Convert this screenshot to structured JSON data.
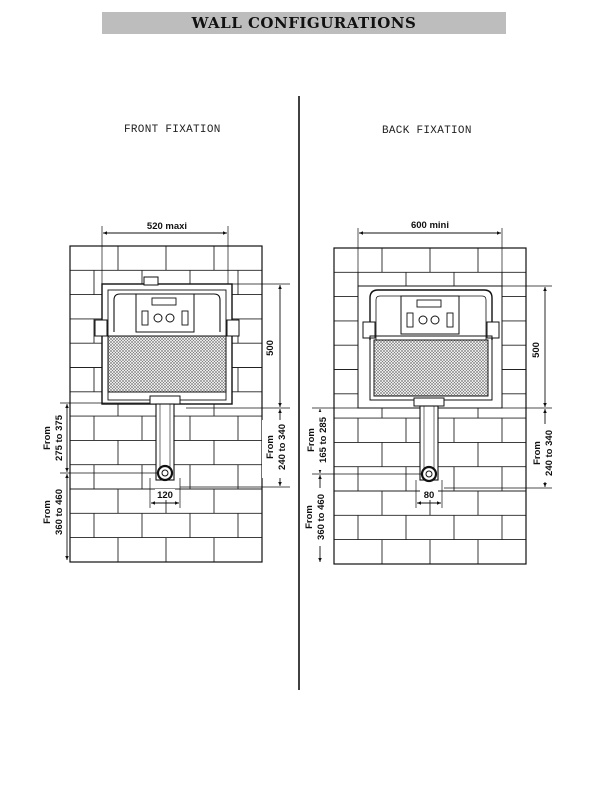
{
  "header": {
    "title": "WALL CONFIGURATIONS"
  },
  "front": {
    "title": "FRONT FIXATION",
    "width_label": "520 maxi",
    "height_label": "500",
    "pipe_label": "120",
    "left_upper": [
      "From",
      "275 to 375"
    ],
    "left_lower": [
      "From",
      "360 to 460"
    ],
    "right_lower": [
      "From",
      "240 to 340"
    ]
  },
  "back": {
    "title": "BACK FIXATION",
    "width_label": "600 mini",
    "height_label": "500",
    "pipe_label": "80",
    "left_upper": [
      "From",
      "165 to 285"
    ],
    "left_lower": [
      "From",
      "360 to 460"
    ],
    "right_lower": [
      "From",
      "240 to 340"
    ]
  }
}
